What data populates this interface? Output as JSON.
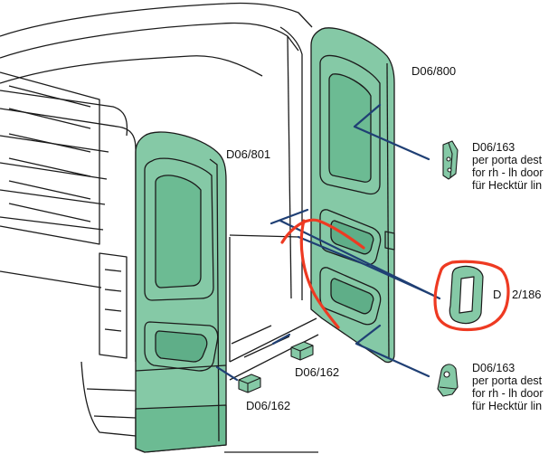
{
  "colors": {
    "panel_fill": "#85c9a6",
    "panel_dark": "#5fae88",
    "outline": "#1b1b1b",
    "leader": "#1f3f74",
    "annotation": "#ee3a22"
  },
  "parts": {
    "left_door": "D06/801",
    "right_door": "D06/800",
    "hinge_upper": {
      "code": "D06/163",
      "lines": [
        "per porta dest",
        "for rh - lh door",
        "für Hecktür lin"
      ]
    },
    "hinge_lower": {
      "code": "D06/163",
      "lines": [
        "per porta dest",
        "for rh - lh door",
        "für Hecktür lin"
      ]
    },
    "handle": {
      "prefix": "D",
      "suffix": "2/186"
    },
    "stop_right": "D06/162",
    "stop_left": "D06/162"
  },
  "icons": [
    "van-body-outline",
    "hinge-icon",
    "door-handle-icon",
    "door-stop-icon",
    "red-scribble-annotation"
  ]
}
